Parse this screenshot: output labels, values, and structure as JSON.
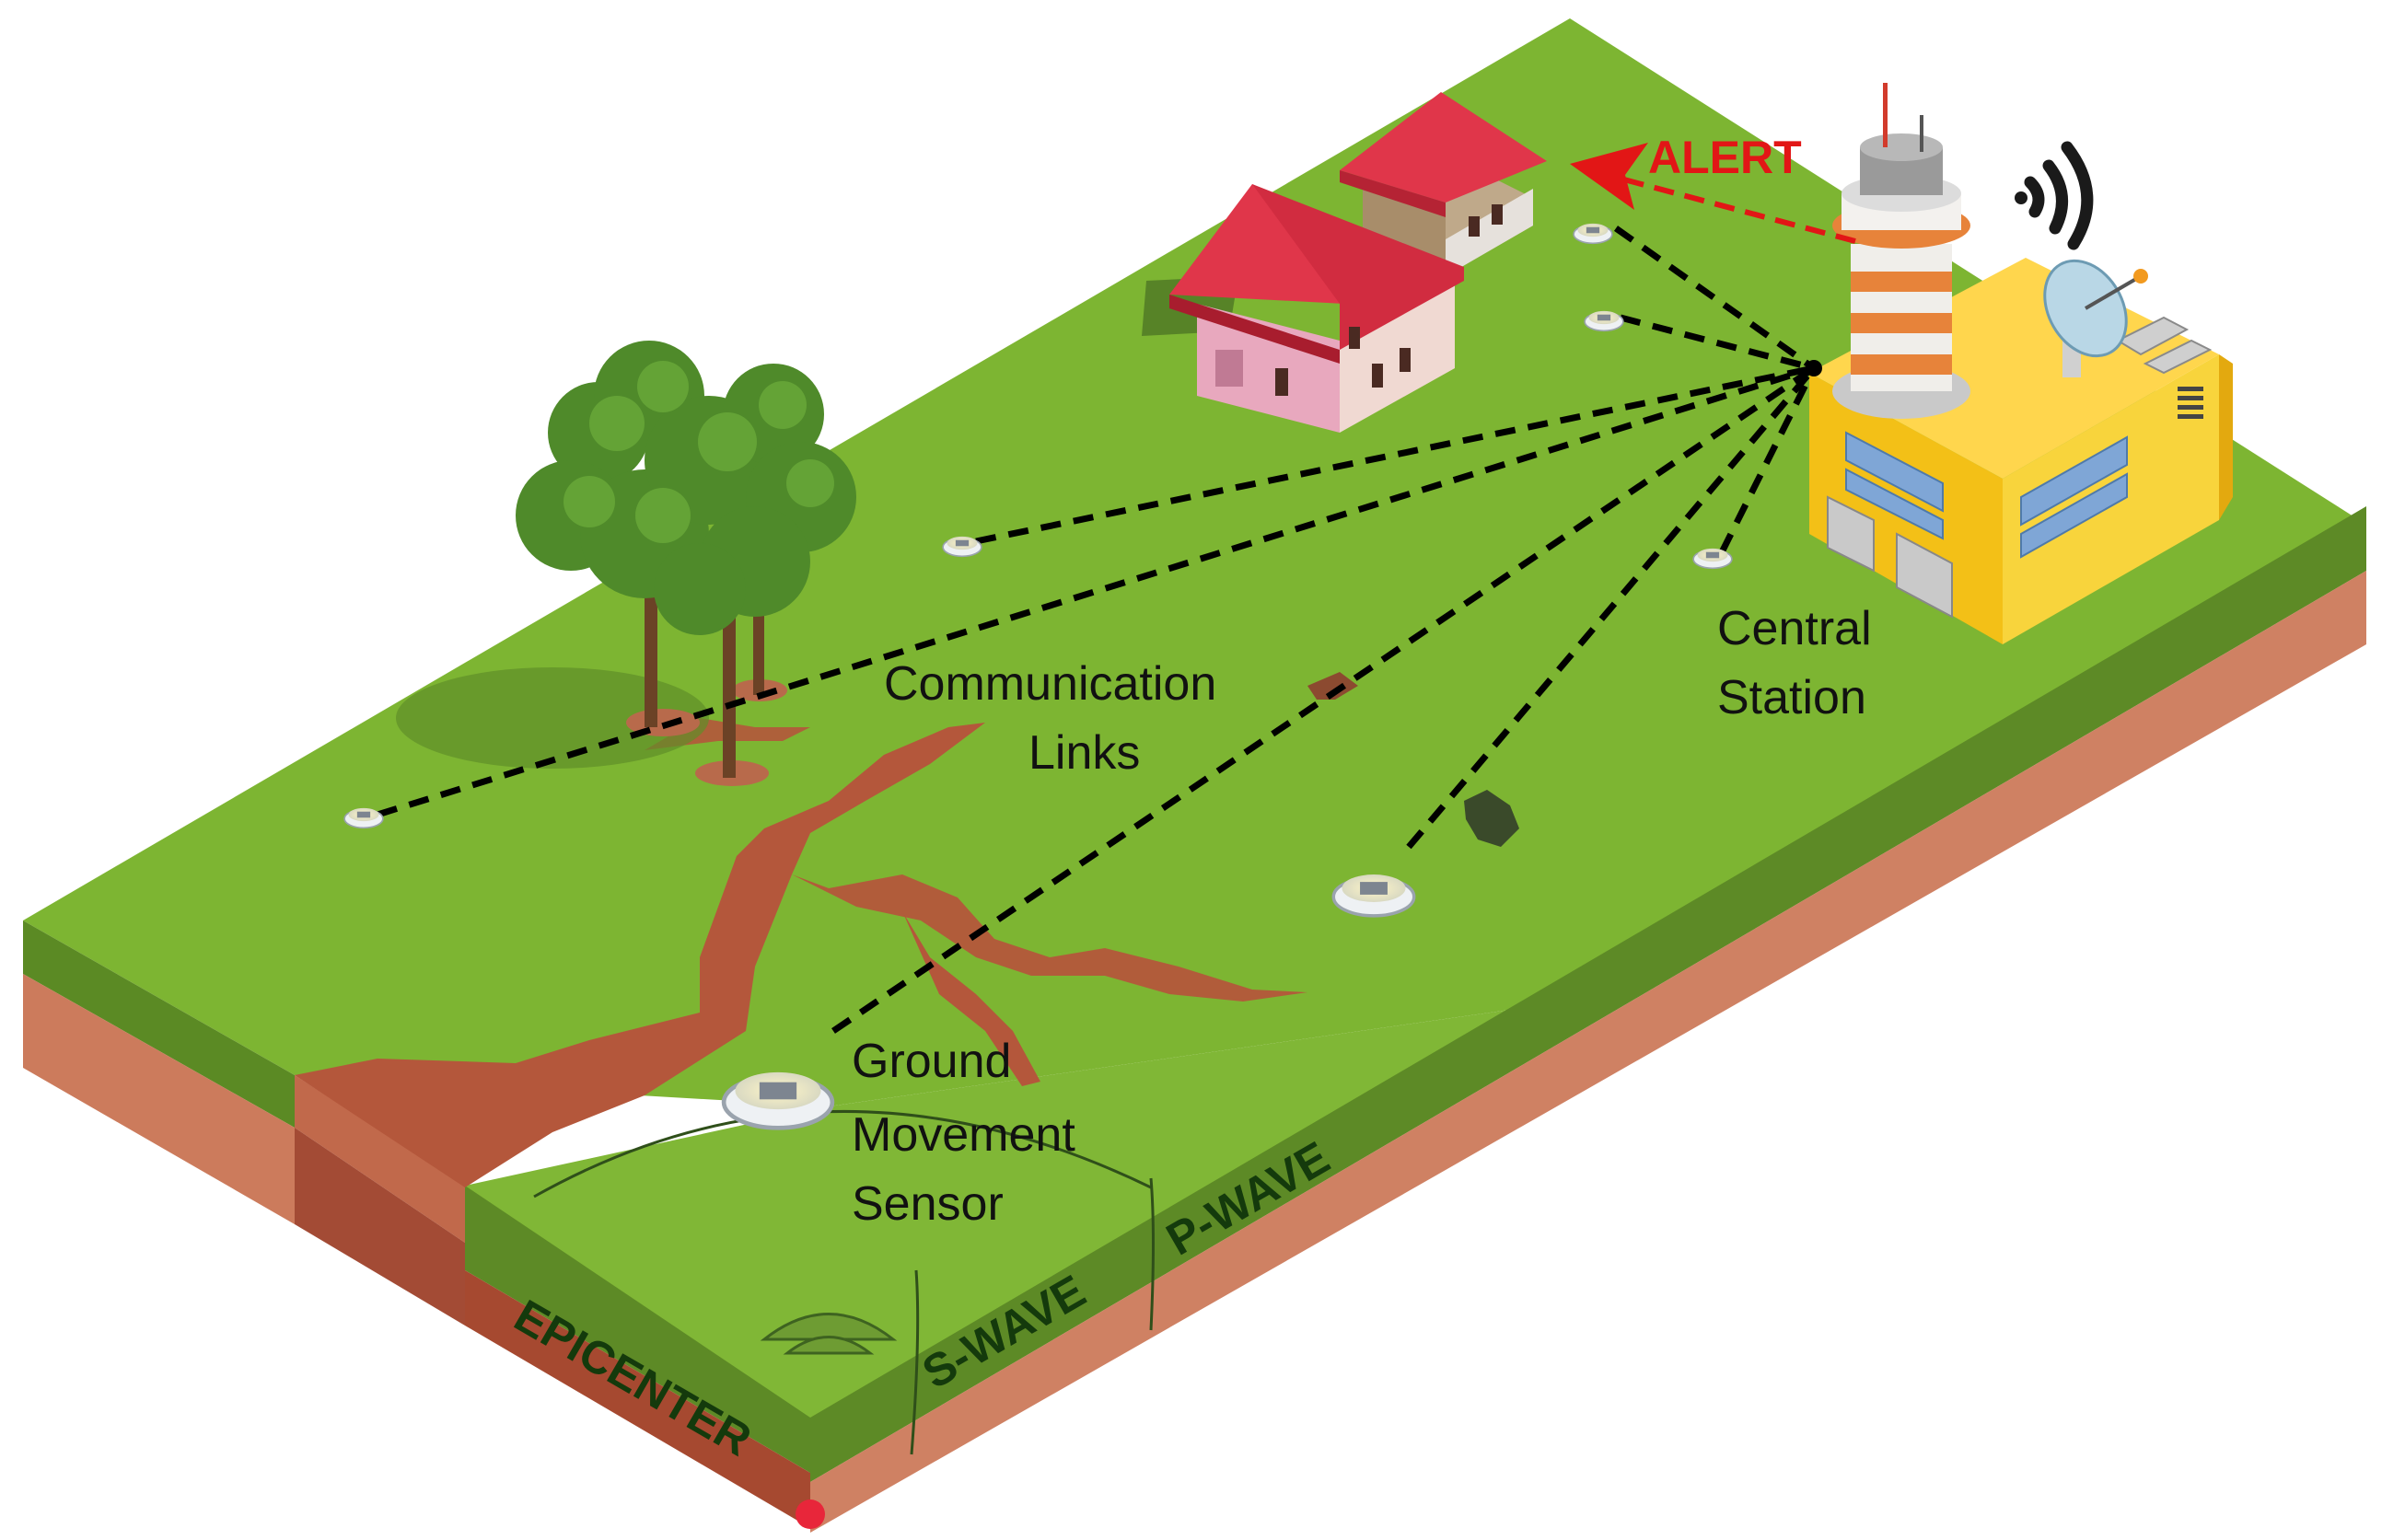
{
  "labels": {
    "alert": "ALERT",
    "central_station": [
      "Central",
      "Station"
    ],
    "communication_links": [
      "Communication",
      "Links"
    ],
    "ground_movement_sensor": [
      "Ground",
      "Movement",
      "Sensor"
    ],
    "p_wave": "P-WAVE",
    "s_wave": "S-WAVE",
    "epicenter": "EPICENTER"
  },
  "colors": {
    "grass_top": "#7db532",
    "grass_side": "#5d8a26",
    "soil": "#cf8163",
    "soil_dark": "#a34b35",
    "crack": "#b7553a",
    "link_line": "#000000",
    "alert": "#e21616",
    "roof": "#e0364a",
    "building": "#f3c017",
    "tower_stripe": "#e7833a"
  },
  "icons": [
    "house-icon",
    "control-tower-icon",
    "satellite-dish-icon",
    "wifi-signal-icon",
    "tree-icon",
    "sensor-icon",
    "rock-icon"
  ]
}
